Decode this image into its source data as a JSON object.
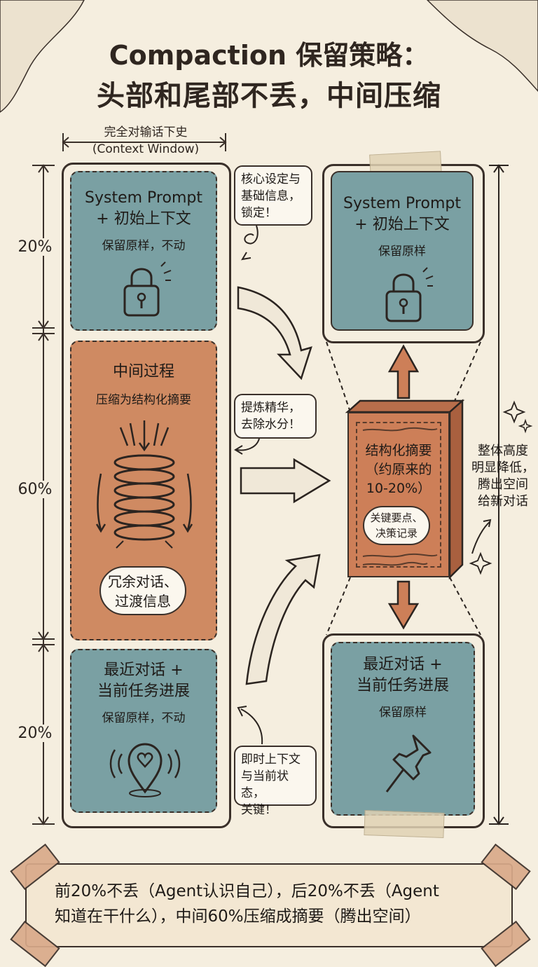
{
  "title": {
    "line1": "Compaction 保留策略：",
    "line2": "头部和尾部不丢，中间压缩"
  },
  "context_window": {
    "label_cn": "完全对输话下史",
    "label_en": "(Context Window)"
  },
  "left_column": {
    "top": {
      "heading_1": "System Prompt",
      "heading_2": "+ 初始上下文",
      "subtitle": "保留原样，不动",
      "icon": "padlock-icon",
      "percent": "20%"
    },
    "middle": {
      "heading": "中间过程",
      "subtitle": "压缩为结构化摘要",
      "icon": "spring-icon",
      "bubble_1": "冗余对话、",
      "bubble_2": "过渡信息",
      "percent": "60%"
    },
    "bottom": {
      "heading_1": "最近对话 +",
      "heading_2": "当前任务进展",
      "subtitle": "保留原样，不动",
      "icon": "location-heart-icon",
      "percent": "20%"
    }
  },
  "notes": {
    "top_1": "核心设定与",
    "top_2": "基础信息，",
    "top_3": "锁定！",
    "middle_1": "提炼精华，",
    "middle_2": "去除水分！",
    "bottom_1": "即时上下文",
    "bottom_2": "与当前状态，",
    "bottom_3": "关键！"
  },
  "right_column": {
    "top": {
      "heading_1": "System Prompt",
      "heading_2": "+ 初始上下文",
      "subtitle": "保留原样",
      "icon": "padlock-icon"
    },
    "summary": {
      "line_1": "结构化摘要",
      "line_2": "（约原来的",
      "line_3": "10-20%）",
      "bubble_1": "关键要点、",
      "bubble_2": "决策记录"
    },
    "bottom": {
      "heading_1": "最近对话 +",
      "heading_2": "当前任务进展",
      "subtitle": "保留原样",
      "icon": "pushpin-icon"
    },
    "side_note_1": "整体高度",
    "side_note_2": "明显降低，",
    "side_note_3": "腾出空间",
    "side_note_4": "给新对话"
  },
  "banner": {
    "line_1": "前20%不丢（Agent认识自己），后20%不丢（Agent",
    "line_2": "知道在干什么），中间60%压缩成摘要（腾出空间）"
  },
  "colors": {
    "background": "#f5eedf",
    "blue_block": "#7aa0a3",
    "orange_block": "#cf8a62",
    "ink": "#3a302a"
  }
}
